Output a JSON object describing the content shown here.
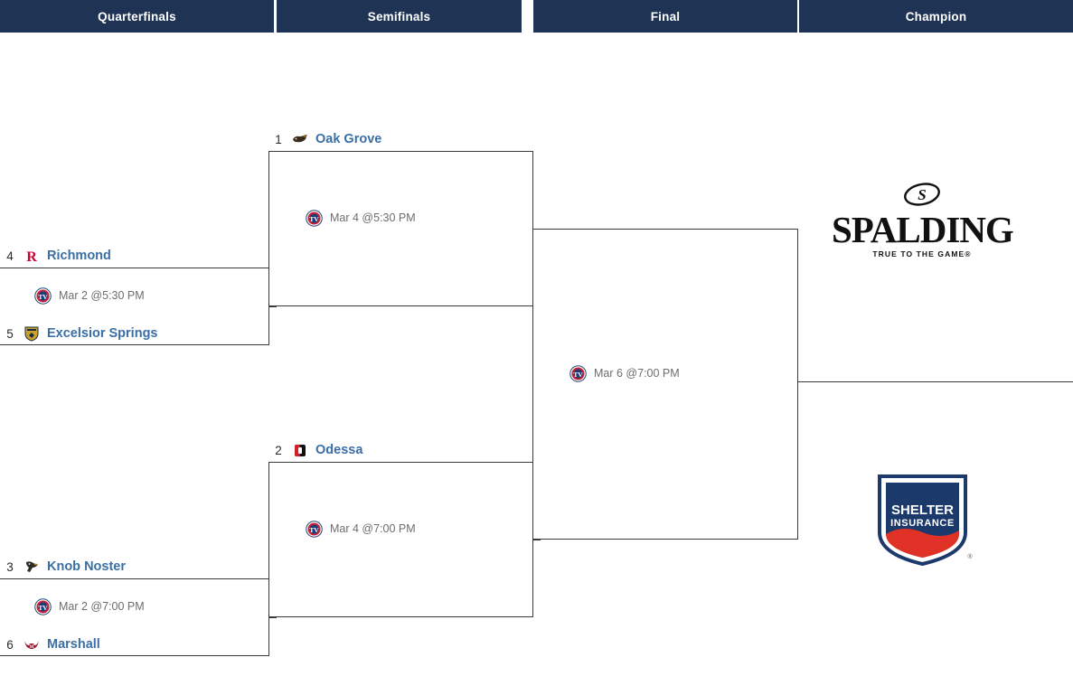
{
  "header": {
    "columns": [
      {
        "label": "Quarterfinals"
      },
      {
        "label": "Semifinals"
      },
      {
        "label": "Final"
      },
      {
        "label": "Champion"
      }
    ],
    "background": "#1f3354",
    "text_color": "#ffffff"
  },
  "style": {
    "team_name_color": "#3b6ea5",
    "seed_color": "#2a2a2a",
    "game_time_color": "#6d6d6d",
    "line_color": "#3b3b3b"
  },
  "bracket": {
    "quarterfinals": [
      {
        "game_id": "qf-upper",
        "teams": [
          {
            "seed": "4",
            "name": "Richmond",
            "logo": "richmond-logo-icon"
          },
          {
            "seed": "5",
            "name": "Excelsior Springs",
            "logo": "excelsior-springs-logo-icon"
          }
        ],
        "time": "Mar 2 @5:30 PM",
        "time_logo": "network-badge-icon"
      },
      {
        "game_id": "qf-lower",
        "teams": [
          {
            "seed": "3",
            "name": "Knob Noster",
            "logo": "knob-noster-logo-icon"
          },
          {
            "seed": "6",
            "name": "Marshall",
            "logo": "marshall-logo-icon"
          }
        ],
        "time": "Mar 2 @7:00 PM",
        "time_logo": "network-badge-icon"
      }
    ],
    "semifinals": [
      {
        "game_id": "sf-upper",
        "teams": [
          {
            "seed": "1",
            "name": "Oak Grove",
            "logo": "oak-grove-logo-icon"
          }
        ],
        "time": "Mar 4 @5:30 PM",
        "time_logo": "network-badge-icon"
      },
      {
        "game_id": "sf-lower",
        "teams": [
          {
            "seed": "2",
            "name": "Odessa",
            "logo": "odessa-logo-icon"
          }
        ],
        "time": "Mar 4 @7:00 PM",
        "time_logo": "network-badge-icon"
      }
    ],
    "final": [
      {
        "game_id": "final",
        "teams": [],
        "time": "Mar 6 @7:00 PM",
        "time_logo": "network-badge-icon"
      }
    ]
  },
  "sponsors": [
    {
      "id": "spalding",
      "name": "SPALDING",
      "tagline": "TRUE TO THE GAME®"
    },
    {
      "id": "shelter-insurance",
      "line1": "SHELTER",
      "line2": "INSURANCE",
      "top_color": "#1b3a6b",
      "bottom_color": "#e03127"
    }
  ]
}
